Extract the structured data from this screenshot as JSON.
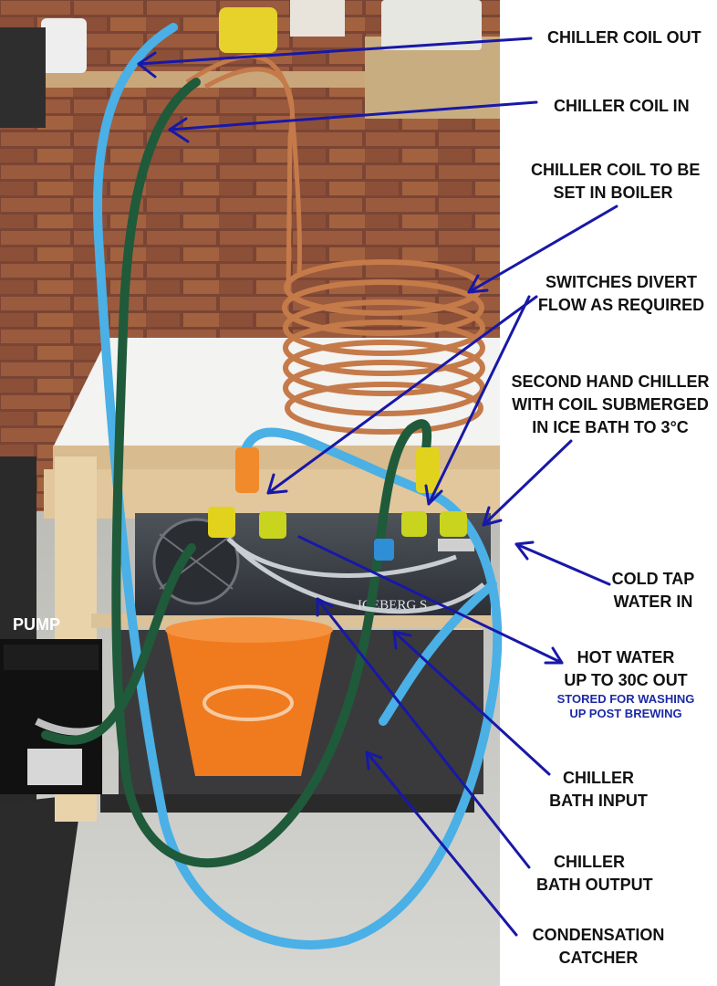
{
  "labels": {
    "coil_out": "CHILLER COIL OUT",
    "coil_in": "CHILLER COIL IN",
    "coil_set_1": "CHILLER COIL TO BE",
    "coil_set_2": "SET IN BOILER",
    "switches_1": "SWITCHES DIVERT",
    "switches_2": "FLOW AS REQUIRED",
    "second_hand_1": "SECOND HAND CHILLER",
    "second_hand_2": "WITH COIL SUBMERGED",
    "second_hand_3": "IN ICE BATH TO 3°C",
    "cold_tap_1": "COLD TAP",
    "cold_tap_2": "WATER IN",
    "hot_water_1": "HOT WATER",
    "hot_water_2": "UP TO 30C OUT",
    "hot_water_note_1": "STORED FOR WASHING",
    "hot_water_note_2": "UP POST BREWING",
    "bath_input_1": "CHILLER",
    "bath_input_2": "BATH INPUT",
    "bath_output_1": "CHILLER",
    "bath_output_2": "BATH OUTPUT",
    "condensation_1": "CONDENSATION",
    "condensation_2": "CATCHER",
    "pump": "PUMP",
    "unit_brand": "ICEBERG S"
  },
  "colors": {
    "annotation_arrow": "#1818a8",
    "annotation_text": "#111111",
    "note_text": "#1c2aa6",
    "blue_hose": "#4ab0e6",
    "green_hose": "#1f5a3a",
    "copper": "#c57a4a",
    "bucket": "#f07a1e",
    "brick": "#8a4a32"
  }
}
